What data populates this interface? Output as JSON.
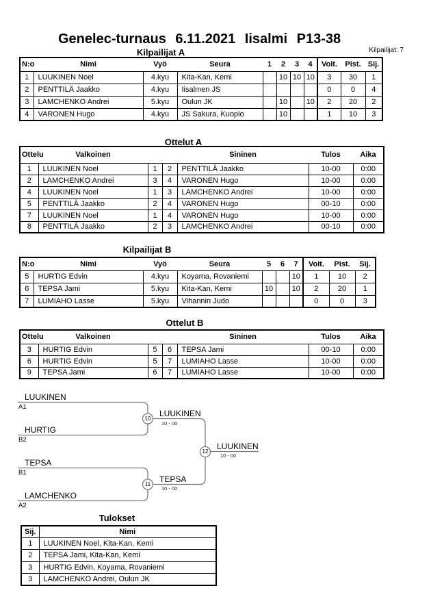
{
  "header": {
    "title": "Genelec-turnaus 6.11.2021 Iisalmi P13-38",
    "competitors_label": "Kilpailijat: 7"
  },
  "sections": {
    "kilpailijat_a": "Kilpailijat A",
    "ottelut_a": "Ottelut A",
    "kilpailijat_b": "Kilpailijat B",
    "ottelut_b": "Ottelut B",
    "tulokset": "Tulokset"
  },
  "kilpailijat_a": {
    "headers": {
      "no": "N:o",
      "name": "Nimi",
      "belt": "Vyö",
      "club": "Seura",
      "r1": "1",
      "r2": "2",
      "r3": "3",
      "r4": "4",
      "wins": "Voit.",
      "points": "Pist.",
      "place": "Sij."
    },
    "rows": [
      {
        "no": "1",
        "name": "LUUKINEN Noel",
        "belt": "4.kyu",
        "club": "Kita-Kan, Kemi",
        "r1": "",
        "r2": "10",
        "r3": "10",
        "r4": "10",
        "wins": "3",
        "points": "30",
        "place": "1"
      },
      {
        "no": "2",
        "name": "PENTTILÄ Jaakko",
        "belt": "4.kyu",
        "club": "Iisalmen JS",
        "r1": "",
        "r2": "",
        "r3": "",
        "r4": "",
        "wins": "0",
        "points": "0",
        "place": "4"
      },
      {
        "no": "3",
        "name": "LAMCHENKO Andrei",
        "belt": "5.kyu",
        "club": "Oulun JK",
        "r1": "",
        "r2": "10",
        "r3": "",
        "r4": "10",
        "wins": "2",
        "points": "20",
        "place": "2"
      },
      {
        "no": "4",
        "name": "VARONEN Hugo",
        "belt": "4.kyu",
        "club": "JS Sakura, Kuopio",
        "r1": "",
        "r2": "10",
        "r3": "",
        "r4": "",
        "wins": "1",
        "points": "10",
        "place": "3"
      }
    ]
  },
  "ottelut_a": {
    "headers": {
      "match": "Ottelu",
      "white": "Valkoinen",
      "blue": "Sininen",
      "result": "Tulos",
      "time": "Aika"
    },
    "rows": [
      {
        "match": "1",
        "white": "LUUKINEN Noel",
        "wno": "1",
        "bno": "2",
        "blue": "PENTTILÄ Jaakko",
        "result": "10-00",
        "time": "0:00"
      },
      {
        "match": "2",
        "white": "LAMCHENKO Andrei",
        "wno": "3",
        "bno": "4",
        "blue": "VARONEN Hugo",
        "result": "10-00",
        "time": "0:00"
      },
      {
        "match": "4",
        "white": "LUUKINEN Noel",
        "wno": "1",
        "bno": "3",
        "blue": "LAMCHENKO Andrei",
        "result": "10-00",
        "time": "0:00"
      },
      {
        "match": "5",
        "white": "PENTTILÄ Jaakko",
        "wno": "2",
        "bno": "4",
        "blue": "VARONEN Hugo",
        "result": "00-10",
        "time": "0:00"
      },
      {
        "match": "7",
        "white": "LUUKINEN Noel",
        "wno": "1",
        "bno": "4",
        "blue": "VARONEN Hugo",
        "result": "10-00",
        "time": "0:00"
      },
      {
        "match": "8",
        "white": "PENTTILÄ Jaakko",
        "wno": "2",
        "bno": "3",
        "blue": "LAMCHENKO Andrei",
        "result": "00-10",
        "time": "0:00"
      }
    ]
  },
  "kilpailijat_b": {
    "headers": {
      "no": "N:o",
      "name": "Nimi",
      "belt": "Vyö",
      "club": "Seura",
      "r5": "5",
      "r6": "6",
      "r7": "7",
      "wins": "Voit.",
      "points": "Pist.",
      "place": "Sij."
    },
    "rows": [
      {
        "no": "5",
        "name": "HURTIG Edvin",
        "belt": "4.kyu",
        "club": "Koyama, Rovaniemi",
        "r5": "",
        "r6": "",
        "r7": "10",
        "wins": "1",
        "points": "10",
        "place": "2"
      },
      {
        "no": "6",
        "name": "TEPSA Jami",
        "belt": "5.kyu",
        "club": "Kita-Kan, Kemi",
        "r5": "10",
        "r6": "",
        "r7": "10",
        "wins": "2",
        "points": "20",
        "place": "1"
      },
      {
        "no": "7",
        "name": "LUMIAHO Lasse",
        "belt": "5.kyu",
        "club": "Vihannin Judo",
        "r5": "",
        "r6": "",
        "r7": "",
        "wins": "0",
        "points": "0",
        "place": "3"
      }
    ]
  },
  "ottelut_b": {
    "headers": {
      "match": "Ottelu",
      "white": "Valkoinen",
      "blue": "Sininen",
      "result": "Tulos",
      "time": "Aika"
    },
    "rows": [
      {
        "match": "3",
        "white": "HURTIG Edvin",
        "wno": "5",
        "bno": "6",
        "blue": "TEPSA Jami",
        "result": "00-10",
        "time": "0:00"
      },
      {
        "match": "6",
        "white": "HURTIG Edvin",
        "wno": "5",
        "bno": "7",
        "blue": "LUMIAHO Lasse",
        "result": "10-00",
        "time": "0:00"
      },
      {
        "match": "9",
        "white": "TEPSA Jami",
        "wno": "6",
        "bno": "7",
        "blue": "LUMIAHO Lasse",
        "result": "10-00",
        "time": "0:00"
      }
    ]
  },
  "bracket": {
    "slots": [
      {
        "name": "LUUKINEN",
        "seed": "A1"
      },
      {
        "name": "HURTIG",
        "seed": "B2"
      },
      {
        "name": "TEPSA",
        "seed": "B1"
      },
      {
        "name": "LAMCHENKO",
        "seed": "A2"
      }
    ],
    "semifinal1": {
      "match_no": "10",
      "winner": "LUUKINEN",
      "score": "10 - 00"
    },
    "semifinal2": {
      "match_no": "11",
      "winner": "TEPSA",
      "score": "10 - 00"
    },
    "final": {
      "match_no": "12",
      "winner": "LUUKINEN",
      "score": "10 - 00"
    },
    "line_color": "#7a7a7a"
  },
  "tulokset": {
    "headers": {
      "place": "Sij.",
      "name": "Nimi"
    },
    "rows": [
      {
        "place": "1",
        "name": "LUUKINEN Noel, Kita-Kan, Kemi"
      },
      {
        "place": "2",
        "name": "TEPSA Jami, Kita-Kan, Kemi"
      },
      {
        "place": "3",
        "name": "HURTIG Edvin, Koyama, Rovaniemi"
      },
      {
        "place": "3",
        "name": "LAMCHENKO Andrei, Oulun JK"
      }
    ]
  }
}
